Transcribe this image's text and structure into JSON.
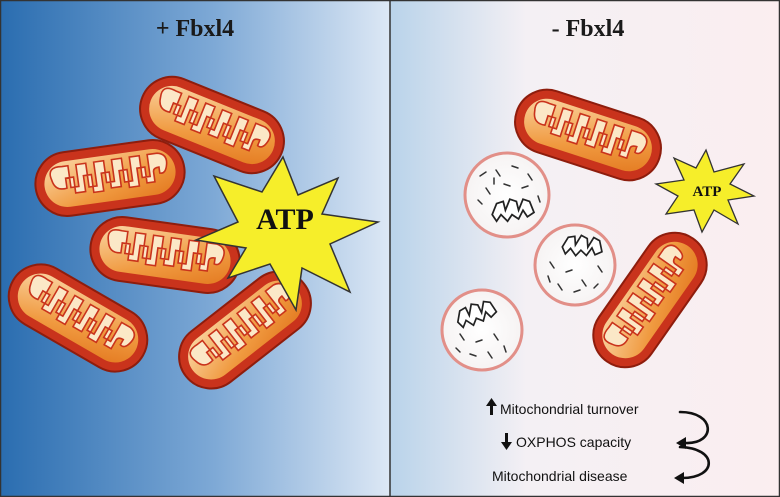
{
  "left_panel": {
    "title": "+ Fbxl4",
    "atp_label": "ATP"
  },
  "right_panel": {
    "title": "- Fbxl4",
    "atp_label": "ATP",
    "effects": [
      {
        "arrow": "up",
        "text": "Mitochondrial turnover"
      },
      {
        "arrow": "down",
        "text": "OXPHOS capacity"
      },
      {
        "arrow": "none",
        "text": "Mitochondrial disease"
      }
    ]
  },
  "colors": {
    "left_bg_dark": "#2a6db0",
    "left_bg_light": "#dde8f5",
    "right_bg_blue": "#b9d3ea",
    "right_bg_pink": "#fbeef0",
    "mito_outer": "#c9331c",
    "mito_inner": "#f0913a",
    "mito_highlight": "#fbe8c7",
    "atp_fill": "#f6ee2a",
    "vesicle_ring": "#e28f88"
  }
}
